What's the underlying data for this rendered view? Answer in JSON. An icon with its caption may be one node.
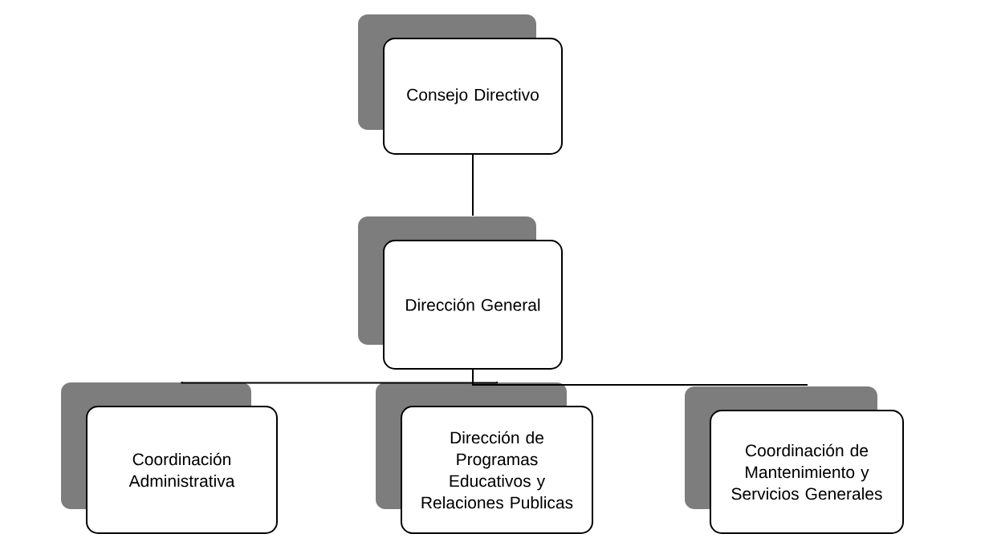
{
  "diagram": {
    "nodes": [
      {
        "text": [
          "Consejo Directivo"
        ]
      },
      {
        "text": [
          "Dirección General"
        ]
      },
      {
        "text": [
          "Coordinación Administrativa"
        ]
      },
      {
        "text": [
          "Dirección de Programas Educativos y Relaciones Publicas"
        ]
      },
      {
        "text": [
          "Coordinación de Mantenimiento y Servicios Generales"
        ]
      }
    ],
    "edges": [
      {
        "from": 0,
        "to": 1,
        "arrow": "none"
      },
      {
        "from": 1,
        "to": 2,
        "arrow": "none"
      },
      {
        "from": 1,
        "to": 3,
        "arrow": "none"
      },
      {
        "from": 1,
        "to": 4,
        "arrow": "none"
      }
    ]
  }
}
